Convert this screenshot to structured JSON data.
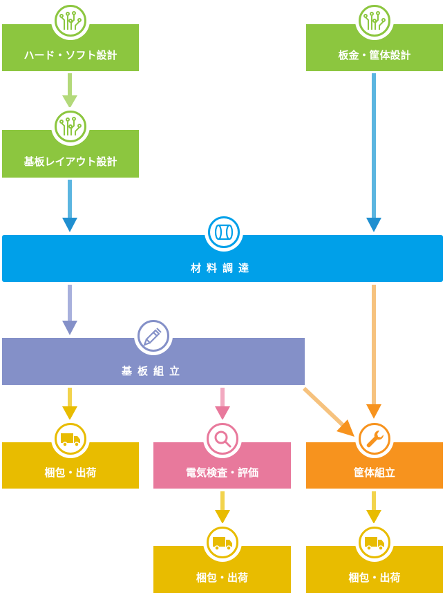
{
  "nodes": {
    "hw_sw_design": "ハード・ソフト設計",
    "sheet_metal_design": "板金・筐体設計",
    "board_layout_design": "基板レイアウト設計",
    "material_procurement": "材料調達",
    "board_assembly": "基板組立",
    "packing_shipping_1": "梱包・出荷",
    "electrical_inspection": "電気検査・評価",
    "enclosure_assembly": "筐体組立",
    "packing_shipping_2": "梱包・出荷",
    "packing_shipping_3": "梱包・出荷"
  },
  "icons": {
    "hw_sw_design": "circuit-icon",
    "sheet_metal_design": "circuit-icon",
    "board_layout_design": "circuit-icon",
    "material_procurement": "material-roll-icon",
    "board_assembly": "soldering-icon",
    "packing_shipping_1": "truck-icon",
    "electrical_inspection": "magnifier-icon",
    "enclosure_assembly": "wrench-icon",
    "packing_shipping_2": "truck-icon",
    "packing_shipping_3": "truck-icon"
  },
  "colors": {
    "design": "#8cc63f",
    "procurement": "#00a0e9",
    "board_assembly": "#8490c8",
    "shipping": "#e8bc00",
    "inspection": "#e8799c",
    "enclosure_assembly": "#f7931e"
  }
}
